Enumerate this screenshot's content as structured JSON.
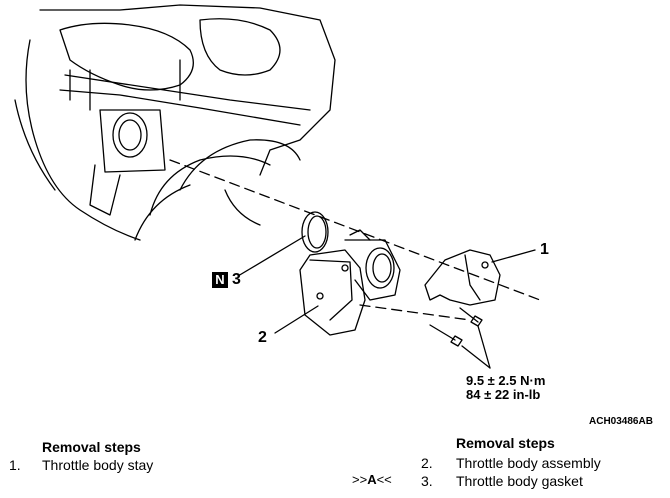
{
  "callouts": {
    "n_mark": "N",
    "item3": "3",
    "item1": "1",
    "item2": "2"
  },
  "torque": {
    "metric": "9.5 ± 2.5 N·m",
    "imperial": "84 ± 22 in-lb"
  },
  "figure_code": "ACH03486AB",
  "removal_steps": {
    "heading": "Removal steps",
    "left": [
      {
        "num": "1.",
        "text": "Throttle body stay"
      }
    ],
    "right": [
      {
        "num": "2.",
        "text": "Throttle body assembly"
      },
      {
        "num": "3.",
        "text": "Throttle body gasket",
        "ref_prefix": ">>",
        "ref_letter": "A",
        "ref_suffix": "<<"
      }
    ]
  }
}
